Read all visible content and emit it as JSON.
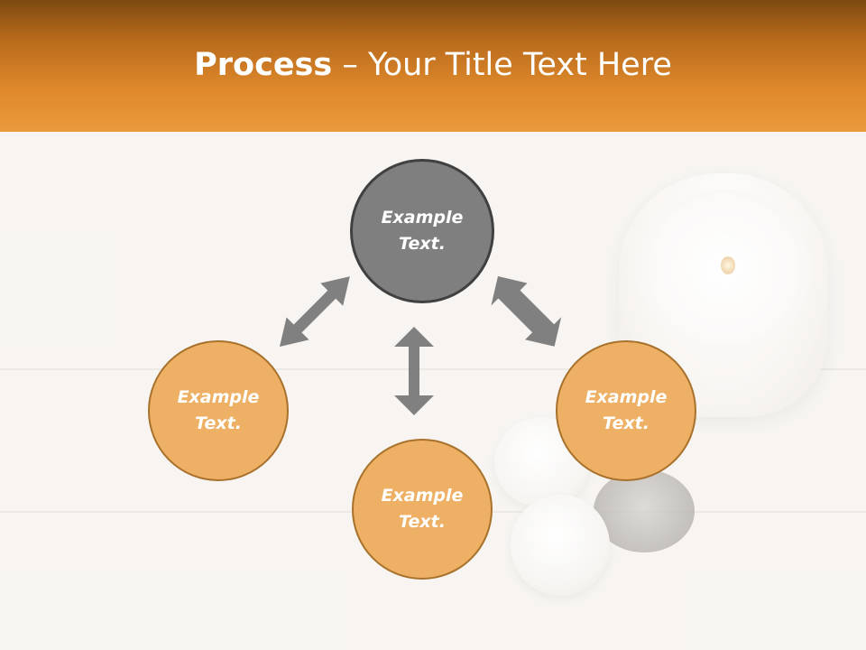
{
  "slide": {
    "title_bold": "Process",
    "title_rest": " – Your Title Text Here"
  },
  "diagram": {
    "center": {
      "label": "Example\nText.",
      "color": "#7f7f7f"
    },
    "left": {
      "label": "Example\nText.",
      "color": "#edb064"
    },
    "bottom": {
      "label": "Example\nText.",
      "color": "#edb064"
    },
    "right": {
      "label": "Example\nText.",
      "color": "#edb064"
    }
  },
  "colors": {
    "header": "#e08a2c",
    "arrow": "#808080",
    "node_orange": "#edb064",
    "node_gray": "#7f7f7f"
  }
}
